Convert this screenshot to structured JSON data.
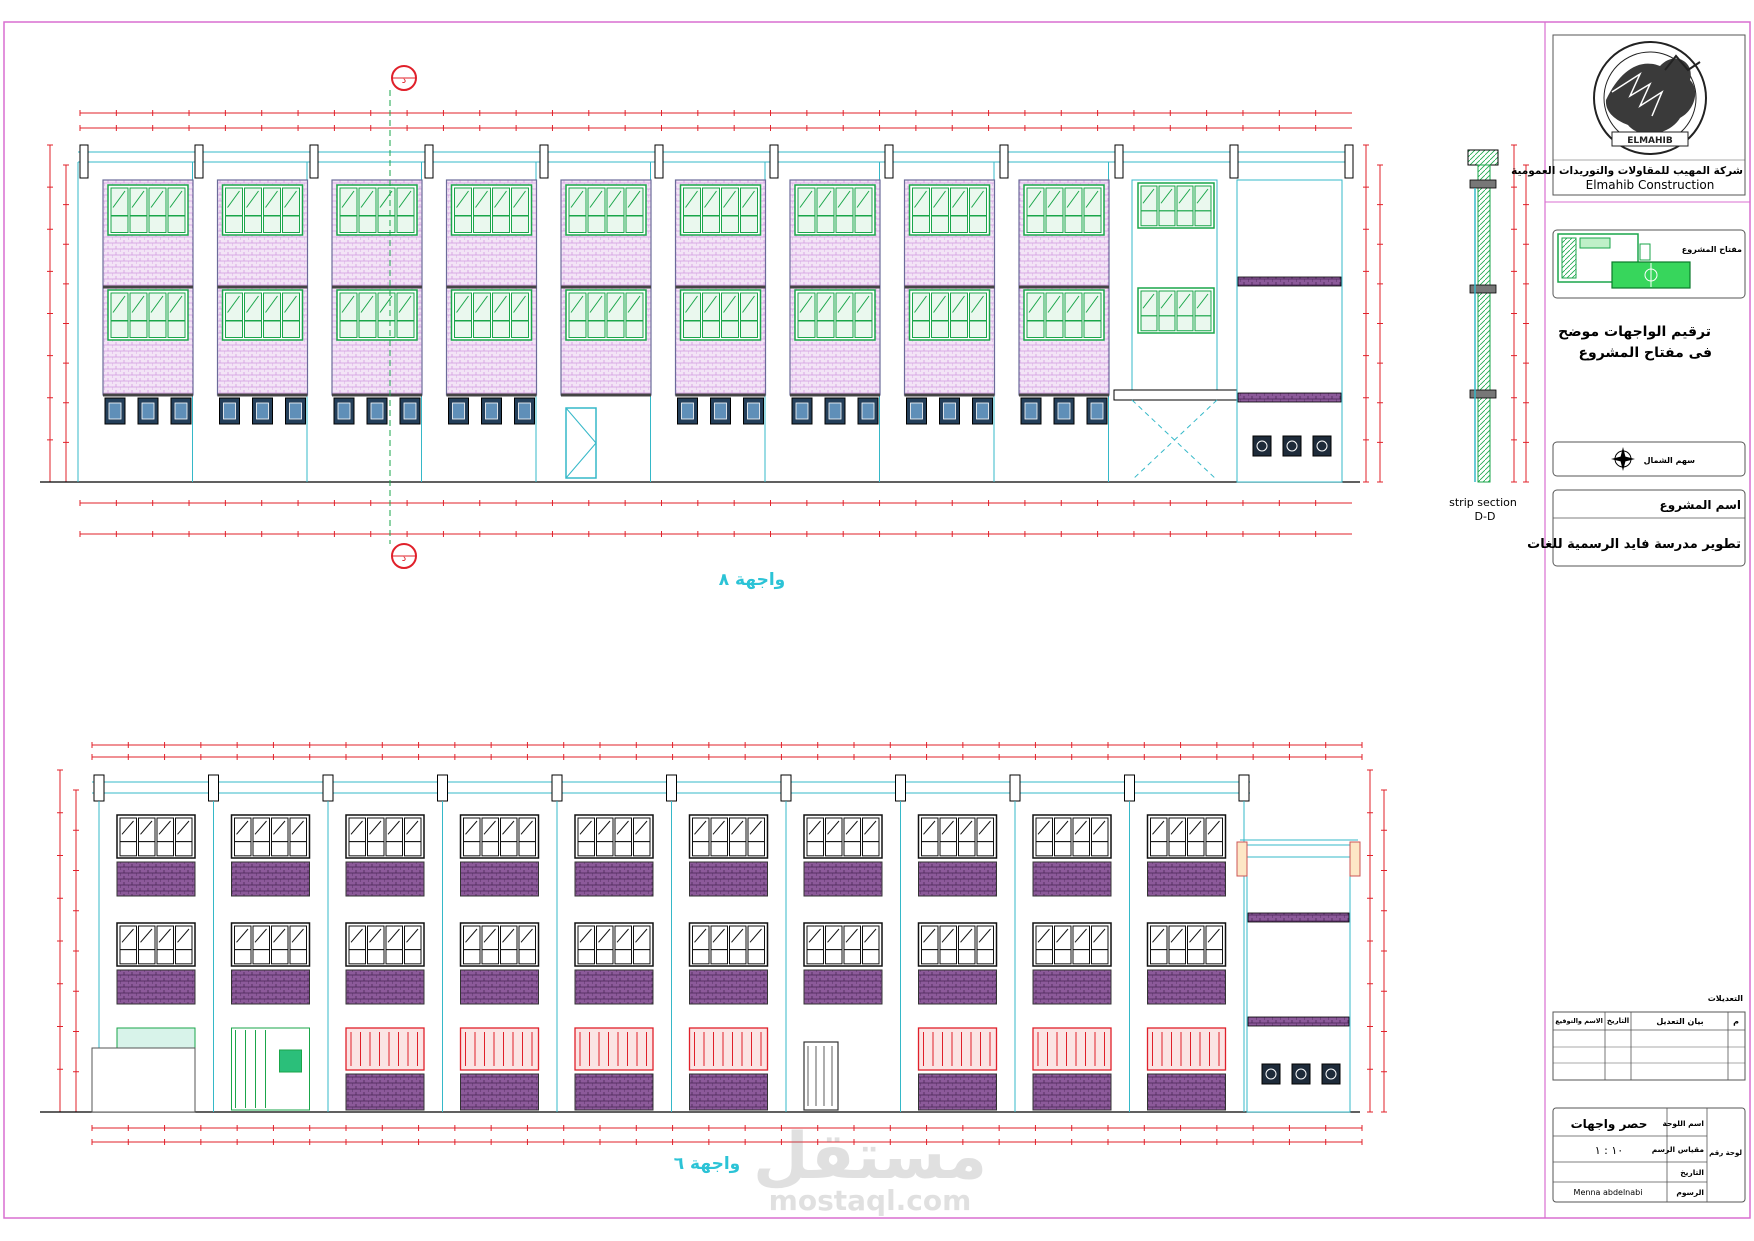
{
  "company": {
    "name_ar": "شركة المهيب للمقاولات والتوريدات العمومية",
    "name_en": "Elmahib Construction",
    "seal_text": "ELMAHIB"
  },
  "key_plan": {
    "label": "مفتاح المشروع",
    "note_line1": "ترقيم الواجهات موضح",
    "note_line2": "فى مفتاح المشروع"
  },
  "north": {
    "label": "سهم الشمال",
    "icon": "north-arrow-icon"
  },
  "project": {
    "name_label": "اسم المشروع",
    "name_value": "تطوير مدرسة فايد الرسمية للغات"
  },
  "revisions": {
    "title": "التعديلات",
    "columns": [
      "م",
      "بيان التعديل",
      "التاريخ",
      "الاسم والتوقيع"
    ]
  },
  "sheet": {
    "title_label": "اسم اللوحة",
    "title_value": "حصر واجهات",
    "scale_label": "مقياس الرسم",
    "scale_value": "١٠ : ١",
    "date_label": "التاريخ",
    "drawn_label": "الرسوم",
    "drawn_value": "Menna abdelnabi",
    "number_label": "لوحة رقم"
  },
  "drawings": {
    "elev8_label": "واجهة ٨",
    "elev6_label": "واجهة ٦",
    "section_label_1": "strip section",
    "section_label_2": "D-D",
    "section_marker": "د"
  },
  "watermark": {
    "ar": "مستقل",
    "en": "mostaql.com"
  },
  "colors": {
    "frame": "#d86fd0",
    "cyan": "#35b8c8",
    "dim_red": "#e0202a",
    "green": "#1aa64a",
    "brick_pink": "#d9b0e0",
    "brick_dark": "#6d3b78",
    "label_cyan": "#2bc3d6",
    "text": "#000000"
  }
}
